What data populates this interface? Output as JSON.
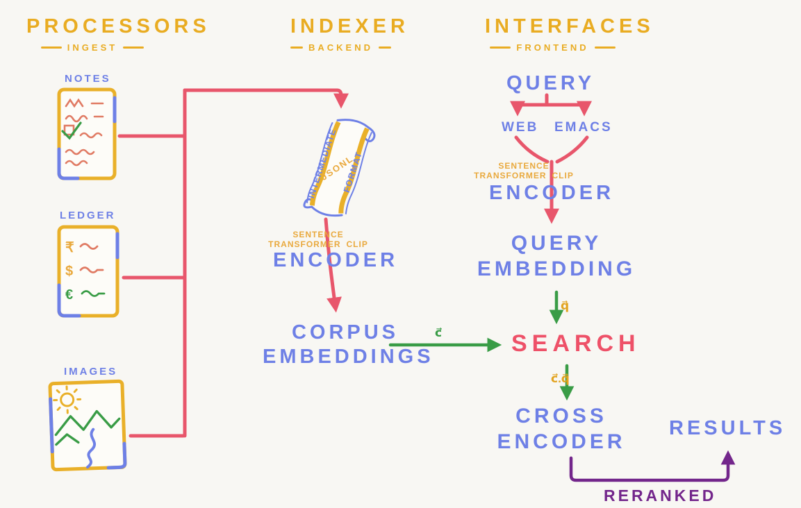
{
  "headers": {
    "processors": {
      "title": "PROCESSORS",
      "subtitle": "INGEST"
    },
    "indexer": {
      "title": "INDEXER",
      "subtitle": "BACKEND"
    },
    "interfaces": {
      "title": "INTERFACES",
      "subtitle": "FRONTEND"
    }
  },
  "processors": {
    "notes_label": "NOTES",
    "ledger_label": "LEDGER",
    "images_label": "IMAGES",
    "currencies": {
      "rupee": "₹",
      "dollar": "$",
      "euro": "€"
    }
  },
  "indexer": {
    "scroll": {
      "side_left": "INTERMEDIATE",
      "center": "JSONL",
      "side_right": "FORMAT"
    },
    "model": {
      "line1": "SENTENCE",
      "line2": "TRANSFORMER",
      "line3": "CLIP"
    },
    "encoder": "ENCODER",
    "corpus_line1": "CORPUS",
    "corpus_line2": "EMBEDDINGS"
  },
  "interfaces": {
    "query": "QUERY",
    "web": "WEB",
    "emacs": "EMACS",
    "model": {
      "line1": "SENTENCE",
      "line2": "TRANSFORMER",
      "line3": "CLIP"
    },
    "encoder": "ENCODER",
    "query_embedding_line1": "QUERY",
    "query_embedding_line2": "EMBEDDING",
    "search": "SEARCH",
    "cross_line1": "CROSS",
    "cross_line2": "ENCODER",
    "results": "RESULTS",
    "reranked": "RERANKED"
  },
  "vectors": {
    "corpus": "c⃗",
    "query": "q⃗",
    "dot": "c⃗.q⃗"
  },
  "colors": {
    "gold": "#e9ac22",
    "blue": "#6e80e6",
    "red": "#e8566b",
    "salmon": "#e07a63",
    "green": "#399c46",
    "purple": "#73268b",
    "search_red": "#ee5168",
    "background": "#f8f7f3"
  }
}
